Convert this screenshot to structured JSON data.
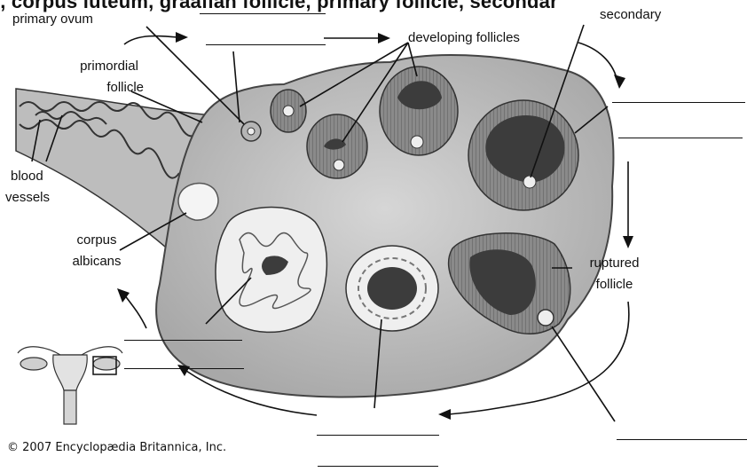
{
  "header": {
    "title": "l, corpus luteum, graafian follicle, primary follicle, secondar"
  },
  "labels": {
    "primary_ovum": "primary ovum",
    "primordial_follicle_line1": "primordial",
    "primordial_follicle_line2": "follicle",
    "developing_follicles": "developing follicles",
    "secondary": "secondary",
    "blood_vessels_line1": "blood",
    "blood_vessels_line2": "vessels",
    "corpus_albicans_line1": "corpus",
    "corpus_albicans_line2": "albicans",
    "ruptured_follicle_line1": "ruptured",
    "ruptured_follicle_line2": "follicle"
  },
  "copyright": "© 2007 Encyclopædia Britannica, Inc.",
  "answer_blanks": [
    {
      "id": "blank-top-1",
      "value": ""
    },
    {
      "id": "blank-top-2",
      "value": ""
    },
    {
      "id": "blank-right-1",
      "value": ""
    },
    {
      "id": "blank-right-2",
      "value": ""
    },
    {
      "id": "blank-bottom-1",
      "value": ""
    },
    {
      "id": "blank-bottom-2",
      "value": ""
    },
    {
      "id": "blank-left-1",
      "value": ""
    },
    {
      "id": "blank-left-2",
      "value": ""
    },
    {
      "id": "blank-bottom-right",
      "value": ""
    }
  ],
  "colors": {
    "ovary_fill": "#c9c9c9",
    "follicle_fill": "#9a9a9a",
    "line": "#111111",
    "cavity": "#3c3c3c"
  }
}
